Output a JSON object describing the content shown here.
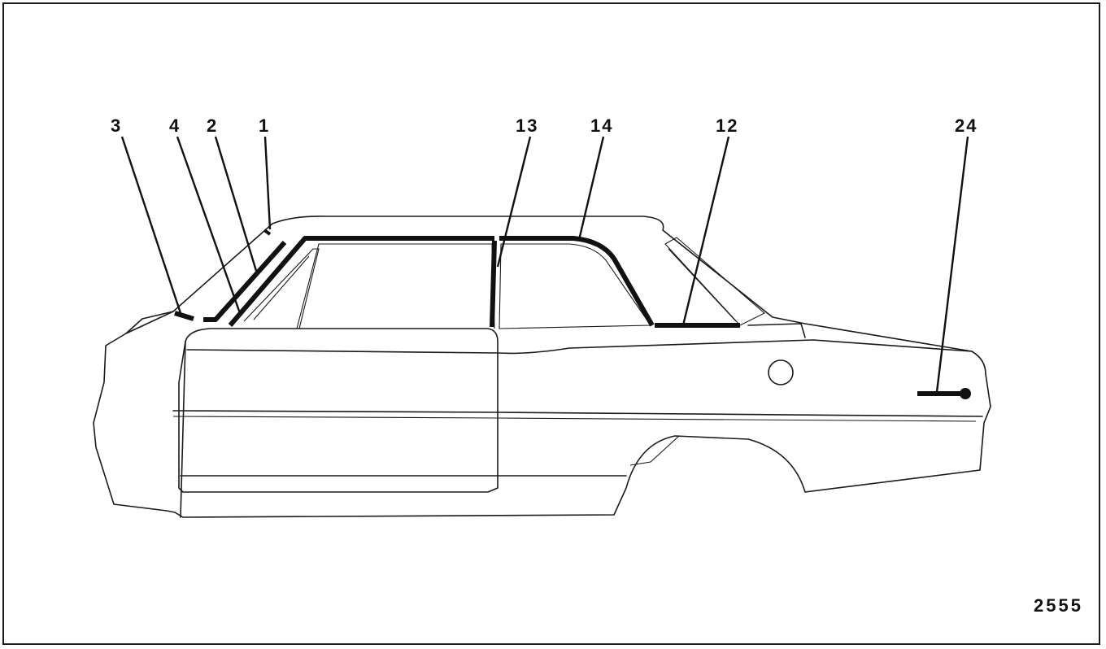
{
  "callouts": [
    {
      "id": "3",
      "label": "3"
    },
    {
      "id": "4",
      "label": "4"
    },
    {
      "id": "2",
      "label": "2"
    },
    {
      "id": "1",
      "label": "1"
    },
    {
      "id": "13",
      "label": "13"
    },
    {
      "id": "14",
      "label": "14"
    },
    {
      "id": "12",
      "label": "12"
    },
    {
      "id": "24",
      "label": "24"
    }
  ],
  "figure_number": "2555"
}
